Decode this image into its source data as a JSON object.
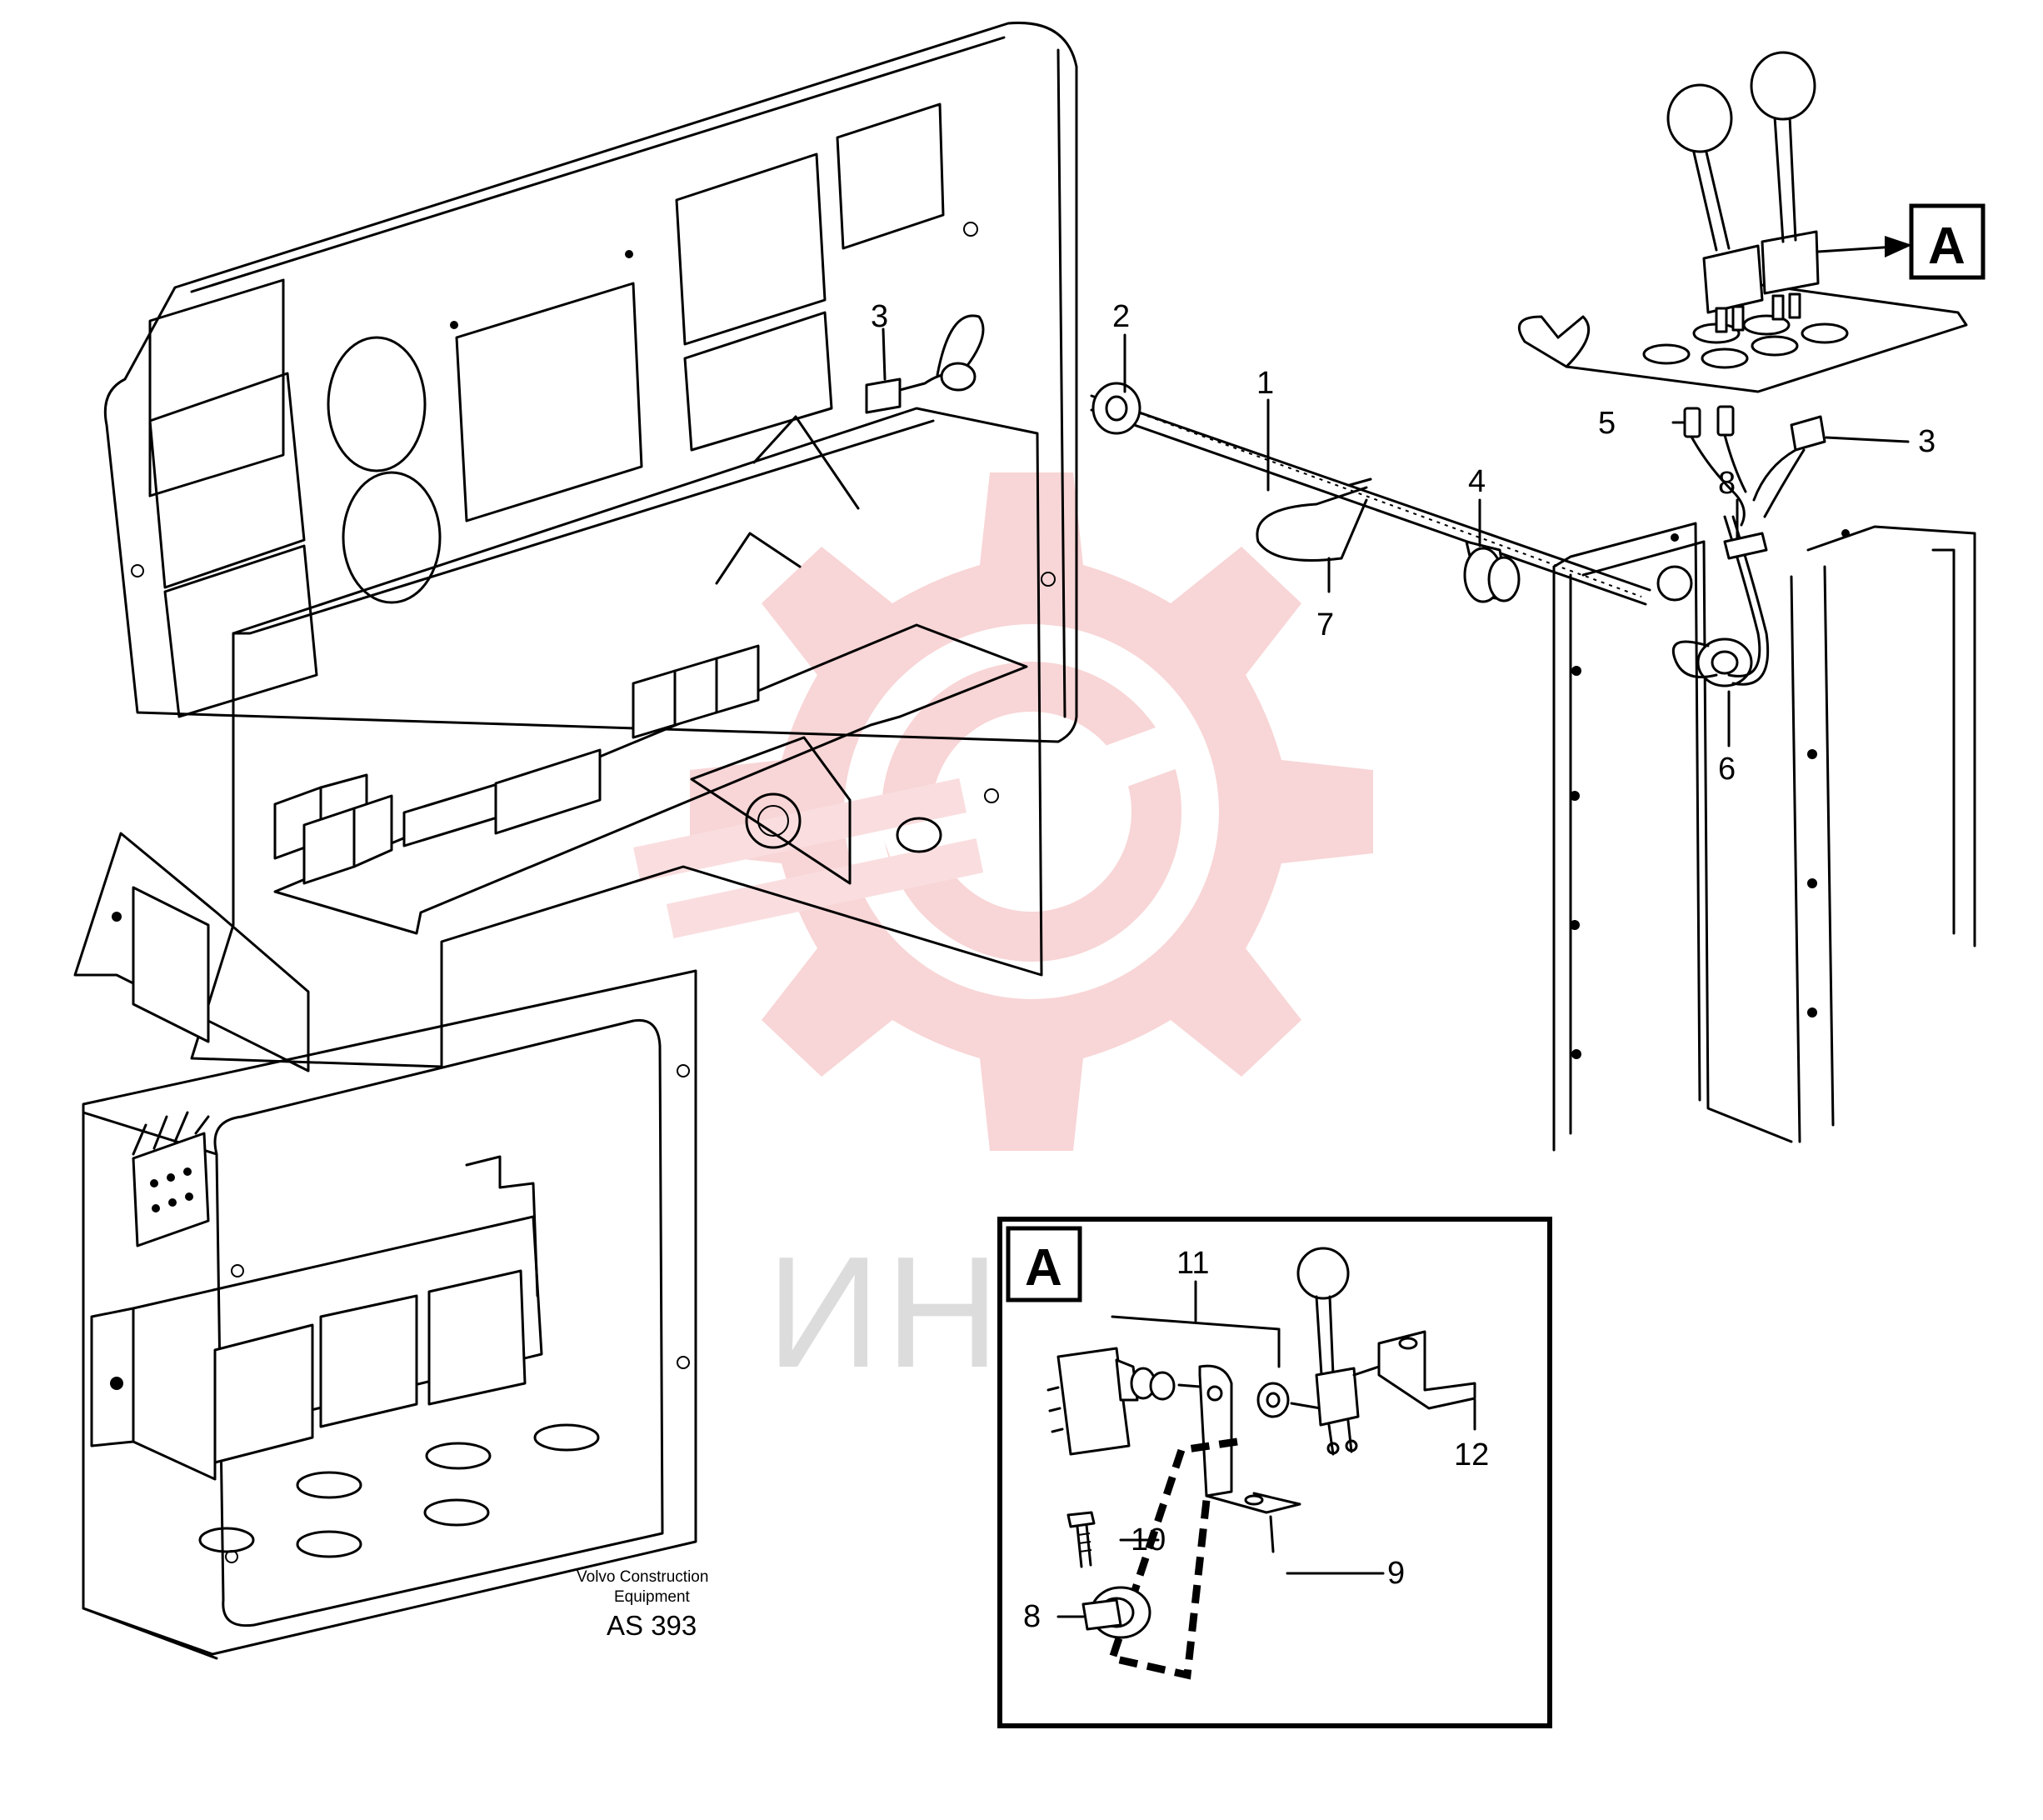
{
  "diagram": {
    "watermark": "ИНТЕХ",
    "caption": {
      "line1": "Volvo Construction",
      "line2": "Equipment",
      "code": "AS 393"
    },
    "callout_box_letter": "A",
    "detail_box_letter": "A",
    "labels": {
      "p1": "1",
      "p2": "2",
      "p3_panel": "3",
      "p3_right": "3",
      "p4": "4",
      "p5": "5",
      "p6": "6",
      "p7": "7",
      "p8_right": "8",
      "p8_detail": "8",
      "p9": "9",
      "p10": "10",
      "p11": "11",
      "p12": "12"
    },
    "colors": {
      "line": "#000000",
      "watermark_gear": "#f3b3b5",
      "watermark_text": "#dcdcdc"
    }
  }
}
